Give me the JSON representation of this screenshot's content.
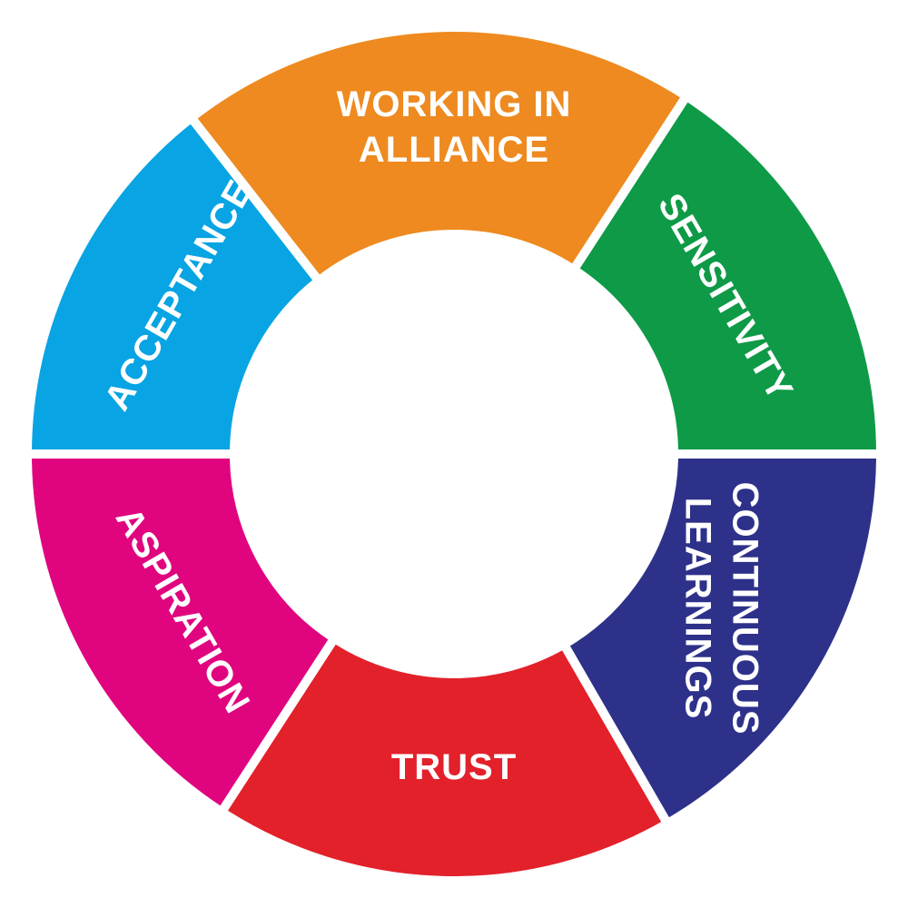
{
  "segments": [
    {
      "id": "working-in-alliance",
      "lines": [
        "WORKING IN",
        "ALLIANCE"
      ],
      "color": "#EE8A1F"
    },
    {
      "id": "sensitivity",
      "lines": [
        "SENSITIVITY"
      ],
      "color": "#0E9A47"
    },
    {
      "id": "continuous-learning",
      "lines": [
        "CONTINUOUS",
        "LEARNINGS"
      ],
      "color": "#2E318A"
    },
    {
      "id": "trust",
      "lines": [
        "TRUST"
      ],
      "color": "#E2212B"
    },
    {
      "id": "aspiration",
      "lines": [
        "ASPIRATION"
      ],
      "color": "#E0057F"
    },
    {
      "id": "acceptance",
      "lines": [
        "ACCEPTANCE"
      ],
      "color": "#08A4E3"
    }
  ]
}
